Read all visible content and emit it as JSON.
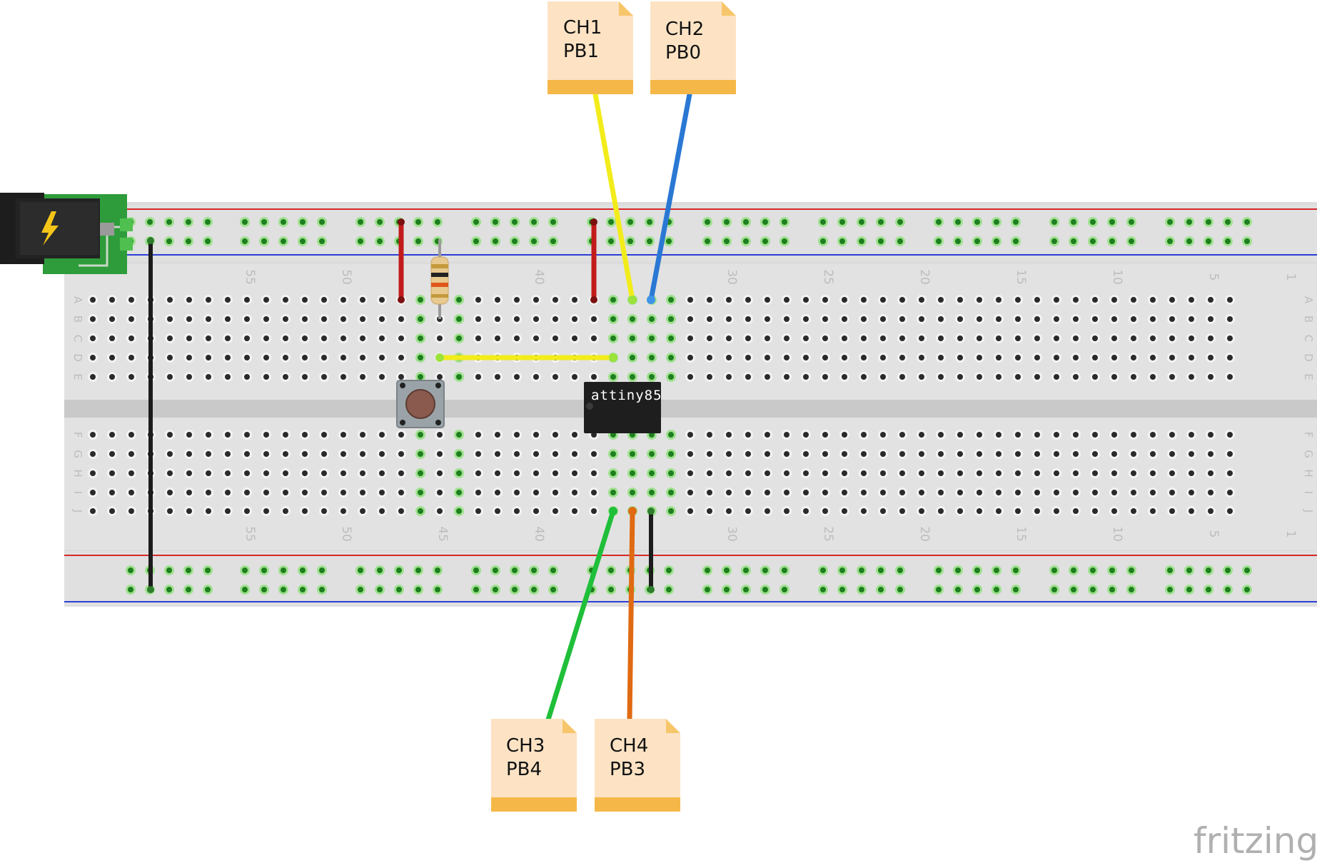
{
  "chip": {
    "label": "attiny85"
  },
  "notes": [
    {
      "id": "ch1",
      "line1": "CH1",
      "line2": "PB1"
    },
    {
      "id": "ch2",
      "line1": "CH2",
      "line2": "PB0"
    },
    {
      "id": "ch3",
      "line1": "CH3",
      "line2": "PB4"
    },
    {
      "id": "ch4",
      "line1": "CH4",
      "line2": "PB3"
    }
  ],
  "column_numbers": [
    "55",
    "50",
    "45",
    "40",
    "30",
    "25",
    "20",
    "15",
    "10",
    "5",
    "1"
  ],
  "row_letters_top": [
    "A",
    "B",
    "C",
    "D",
    "E"
  ],
  "row_letters_bottom": [
    "F",
    "G",
    "H",
    "I",
    "J"
  ],
  "brand": "fritzing",
  "wire_colors": {
    "yellow": "#f2ec1b",
    "blue": "#2a78d4",
    "red": "#c21b1b",
    "black": "#1b1b1b",
    "green": "#1fbf3a",
    "orange": "#e06a12"
  },
  "power_jack": {
    "icon": "lightning-bolt-icon"
  }
}
